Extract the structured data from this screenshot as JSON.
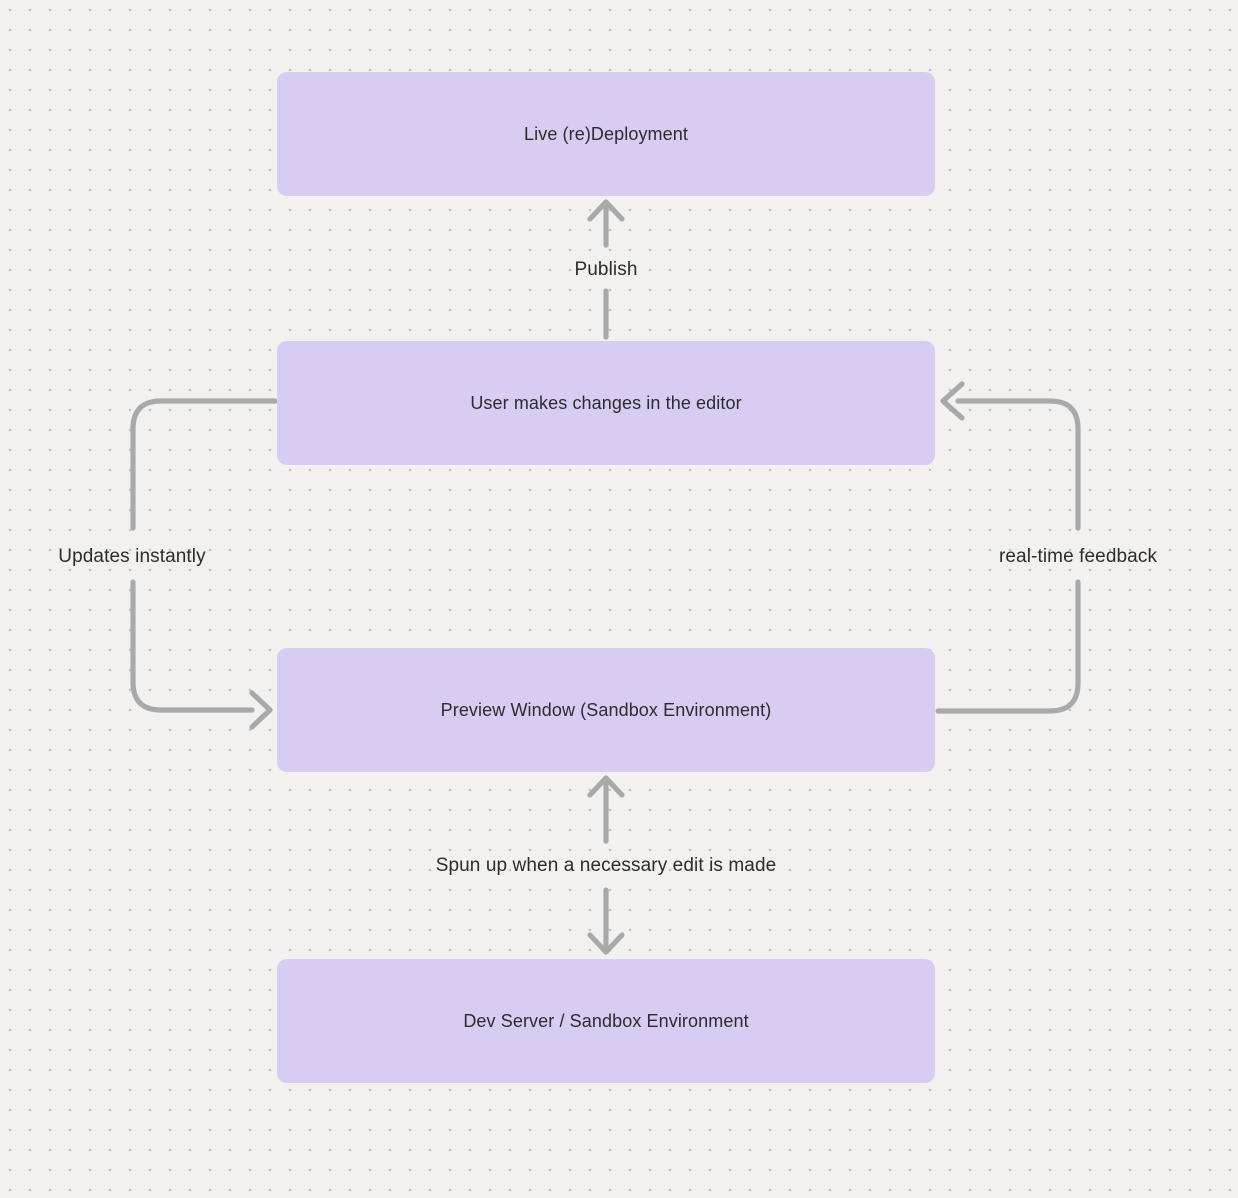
{
  "diagram": {
    "nodes": [
      {
        "label": "Live (re)Deployment"
      },
      {
        "label": "User makes changes in the editor"
      },
      {
        "label": "Preview Window (Sandbox Environment)"
      },
      {
        "label": "Dev Server / Sandbox Environment"
      }
    ],
    "edges": [
      {
        "label": "Publish",
        "from": "User makes changes in the editor",
        "to": "Live (re)Deployment",
        "direction": "up"
      },
      {
        "label": "Updates instantly",
        "from": "User makes changes in the editor",
        "to": "Preview Window (Sandbox Environment)",
        "direction": "left-loop-down"
      },
      {
        "label": "real-time feedback",
        "from": "Preview Window (Sandbox Environment)",
        "to": "User makes changes in the editor",
        "direction": "right-loop-up"
      },
      {
        "label": "Spun up when a necessary edit is made",
        "from": "Preview Window (Sandbox Environment)",
        "to": "Dev Server / Sandbox Environment",
        "direction": "bidirectional-vertical"
      }
    ]
  },
  "theme": {
    "canvas_bg": "#f2f1ef",
    "dot_color": "#c5c3c0",
    "node_fill": "#d8ccf3",
    "node_text_color": "#2c2c2c",
    "edge_color": "#a9a9a9",
    "edge_label_color": "#2c2c2c"
  }
}
